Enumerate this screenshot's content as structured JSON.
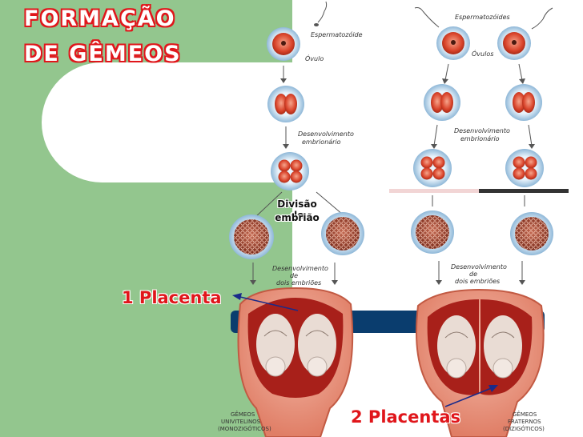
{
  "title": {
    "line1": "FORMAÇÃO",
    "line2": "DE GÊMEOS"
  },
  "labels": {
    "one_placenta": "1 Placenta",
    "two_placentas": "2 Placentas",
    "division_line1": "Divisão do",
    "division_line2": "embrião"
  },
  "illustration": {
    "left": {
      "sperm": "Espermatozóide",
      "ovum": "Óvulo",
      "development1": [
        "Desenvolvimento",
        "embrionário"
      ],
      "development2": [
        "Desenvolvimento",
        "de",
        "dois embriões"
      ],
      "caption": [
        "GÊMEOS",
        "UNIVITELINOS",
        "(MONOZIGÓTICOS)"
      ]
    },
    "right": {
      "sperm": "Espermatozóides",
      "ova": "Óvulos",
      "development1": [
        "Desenvolvimento",
        "embrionário"
      ],
      "development2": [
        "Desenvolvimento",
        "de",
        "dois embriões"
      ],
      "caption": [
        "GÊMEOS",
        "FRATERNOS",
        "(DIZIGÓTICOS)"
      ]
    }
  },
  "colors": {
    "green_panel": "#93c68e",
    "title_outline": "#e0161b",
    "label_red": "#e0161b",
    "bar_blue": "#0a3d6e"
  }
}
